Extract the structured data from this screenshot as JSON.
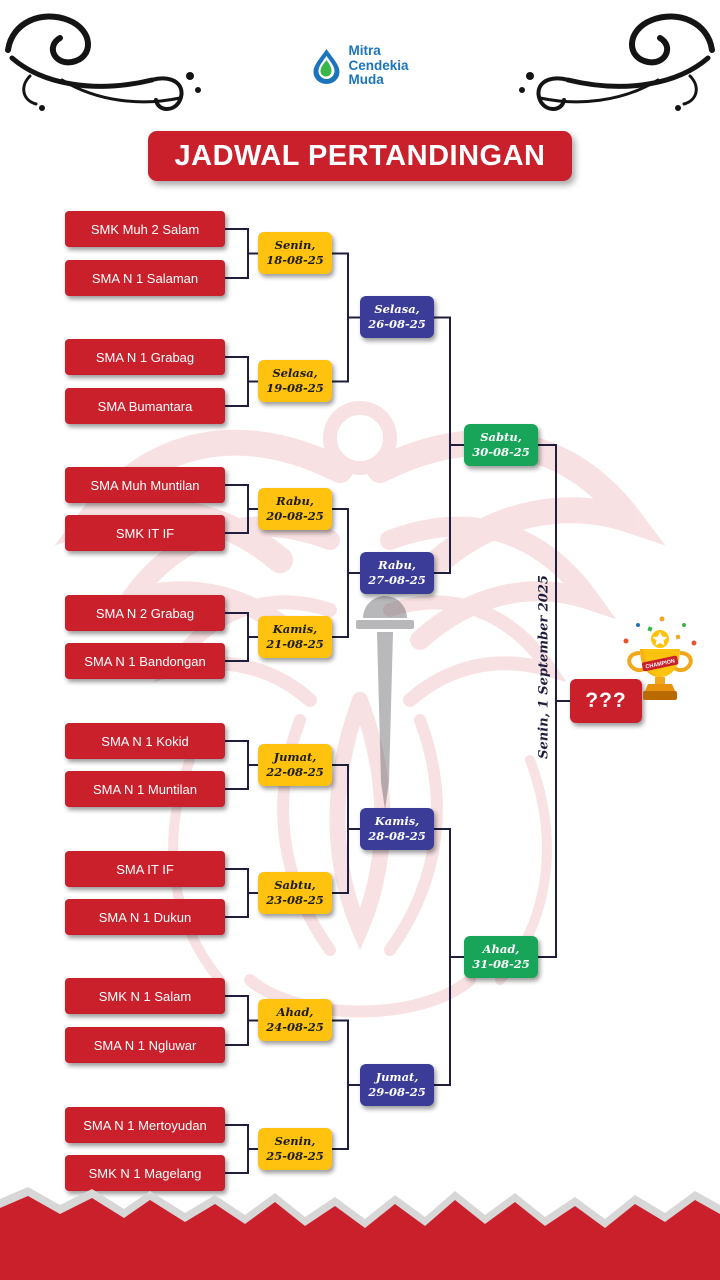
{
  "header": {
    "logo": {
      "lines": [
        "Mitra",
        "Cendekia",
        "Muda"
      ]
    },
    "title": "JADWAL PERTANDINGAN"
  },
  "teams": [
    "SMK Muh 2 Salam",
    "SMA N 1 Salaman",
    "SMA N 1 Grabag",
    "SMA Bumantara",
    "SMA Muh Muntilan",
    "SMK IT IF",
    "SMA N 2 Grabag",
    "SMA N 1 Bandongan",
    "SMA N 1 Kokid",
    "SMA N 1 Muntilan",
    "SMA IT IF",
    "SMA N 1 Dukun",
    "SMK N 1 Salam",
    "SMA N 1 Ngluwar",
    "SMA N 1 Mertoyudan",
    "SMK N 1 Magelang"
  ],
  "round1": [
    {
      "day": "Senin,",
      "date": "18-08-25"
    },
    {
      "day": "Selasa,",
      "date": "19-08-25"
    },
    {
      "day": "Rabu,",
      "date": "20-08-25"
    },
    {
      "day": "Kamis,",
      "date": "21-08-25"
    },
    {
      "day": "Jumat,",
      "date": "22-08-25"
    },
    {
      "day": "Sabtu,",
      "date": "23-08-25"
    },
    {
      "day": "Ahad,",
      "date": "24-08-25"
    },
    {
      "day": "Senin,",
      "date": "25-08-25"
    }
  ],
  "round2": [
    {
      "day": "Selasa,",
      "date": "26-08-25"
    },
    {
      "day": "Rabu,",
      "date": "27-08-25"
    },
    {
      "day": "Kamis,",
      "date": "28-08-25"
    },
    {
      "day": "Jumat,",
      "date": "29-08-25"
    }
  ],
  "semifinal": [
    {
      "day": "Sabtu,",
      "date": "30-08-25"
    },
    {
      "day": "Ahad,",
      "date": "31-08-25"
    }
  ],
  "final": {
    "schedule": "Senin, 1 September 2025",
    "winner_placeholder": "???",
    "trophy_label": "CHAMPION"
  },
  "colors": {
    "red": "#C9202C",
    "yellow": "#FFC20E",
    "navy": "#3B3B98",
    "green": "#18A55A",
    "line": "#1F1F3D",
    "logo-blue": "#1C75BC"
  }
}
